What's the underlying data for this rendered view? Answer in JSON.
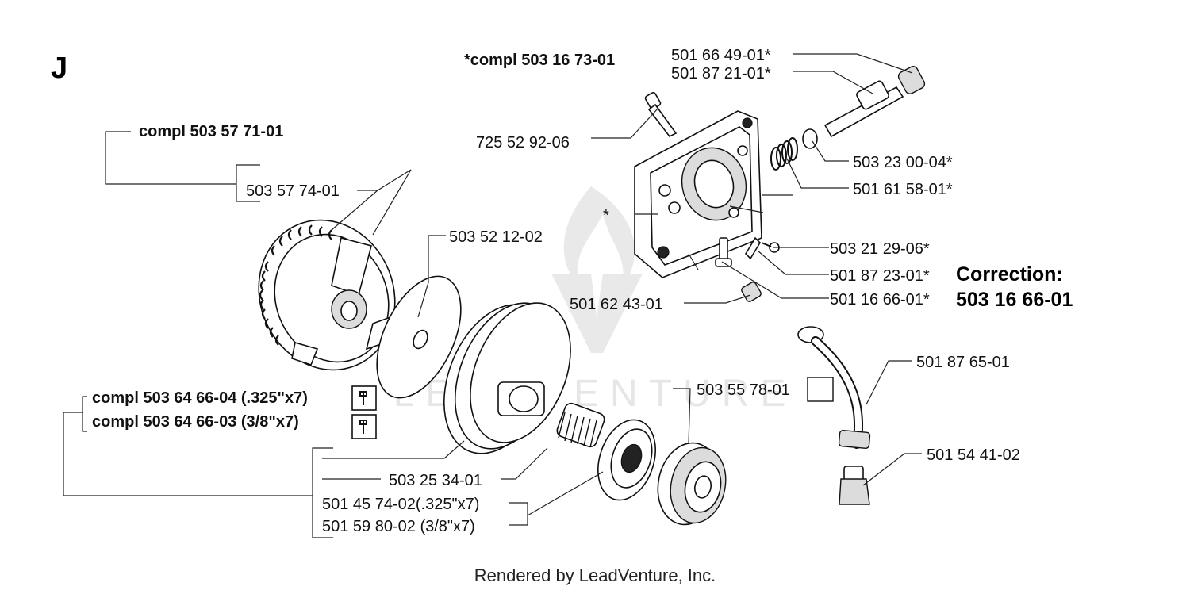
{
  "diagram": {
    "section_letter": "J",
    "watermark_text": "LEADVENTURE",
    "assemblies": {
      "upper_assembly": "*compl 503 16 73-01",
      "clutch_assembly": "compl 503 57 71-01",
      "drum_assembly_1": "compl 503 64 66-04 (.325\"x7)",
      "drum_assembly_2": "compl 503 64 66-03 (3/8\"x7)"
    },
    "parts": {
      "p_725_52_92_06": "725 52 92-06",
      "p_501_66_49_01": "501 66 49-01*",
      "p_501_87_21_01": "501 87 21-01*",
      "p_503_23_00_04": "503 23 00-04*",
      "p_501_61_58_01": "501 61 58-01*",
      "p_503_21_29_06": "503 21 29-06*",
      "p_501_87_23_01": "501 87 23-01*",
      "p_501_16_66_01": "501 16 66-01*",
      "p_501_62_43_01": "501 62 43-01",
      "p_503_57_74_01": "503 57 74-01",
      "p_503_52_12_02": "503 52 12-02",
      "p_503_55_78_01": "503 55 78-01",
      "p_501_87_65_01": "501 87 65-01",
      "p_501_54_41_02": "501 54 41-02",
      "p_503_25_34_01": "503 25 34-01",
      "p_501_45_74_02": "501 45 74-02(.325\"x7)",
      "p_501_59_80_02": "501 59 80-02 (3/8\"x7)"
    },
    "asterisk_marker": "*",
    "correction": {
      "label": "Correction:",
      "number": "503 16 66-01"
    },
    "footer": "Rendered by LeadVenture, Inc."
  }
}
